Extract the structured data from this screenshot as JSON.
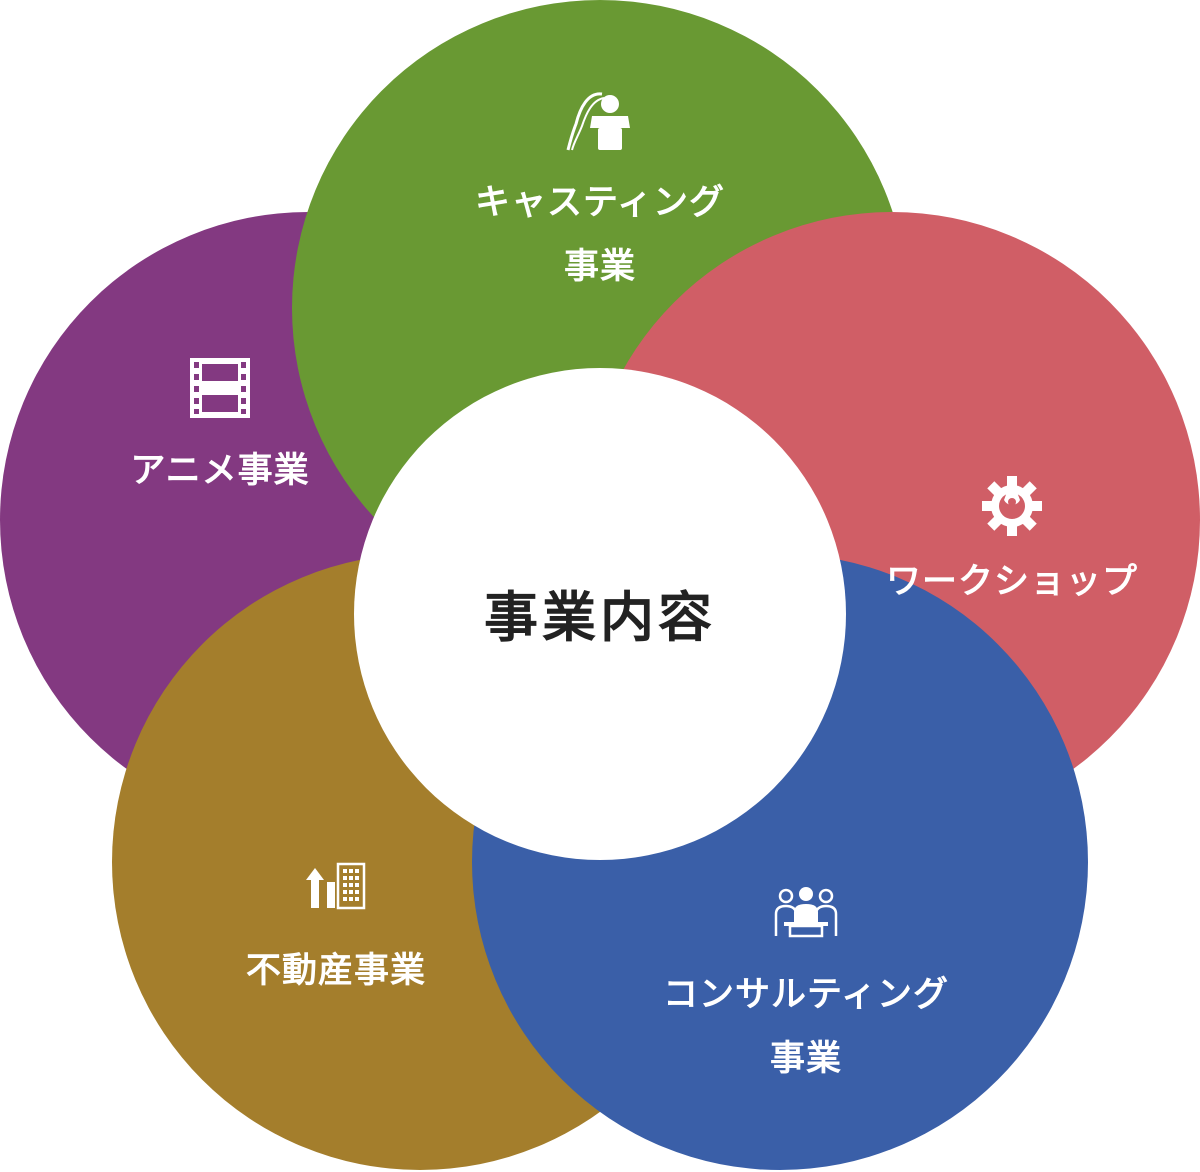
{
  "center": {
    "title": "事業内容",
    "color": "#ffffff"
  },
  "segments": [
    {
      "id": "anime",
      "line1": "アニメ事業",
      "line2": "",
      "color": "#833981",
      "icon": "film-strip-icon"
    },
    {
      "id": "casting",
      "line1": "キャスティング",
      "line2": "事業",
      "color": "#699933",
      "icon": "microphone-icon"
    },
    {
      "id": "workshop",
      "line1": "ワークショップ",
      "line2": "",
      "color": "#d05e66",
      "icon": "gear-wrench-icon"
    },
    {
      "id": "realestate",
      "line1": "不動産事業",
      "line2": "",
      "color": "#a47e2c",
      "icon": "building-growth-icon"
    },
    {
      "id": "consulting",
      "line1": "コンサルティング",
      "line2": "事業",
      "color": "#3a5fa8",
      "icon": "meeting-people-icon"
    }
  ]
}
